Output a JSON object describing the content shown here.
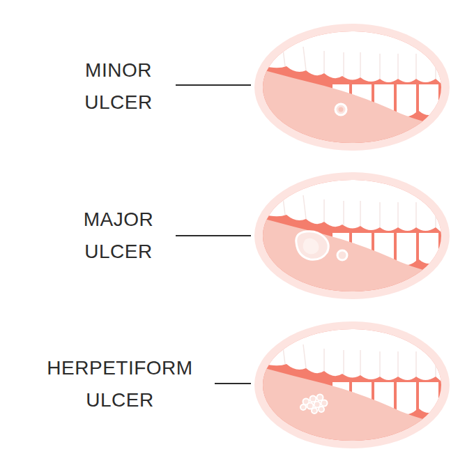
{
  "diagram": {
    "labels": [
      "MINOR ULCER",
      "MAJOR ULCER",
      "HERPETIFORM ULCER"
    ]
  }
}
